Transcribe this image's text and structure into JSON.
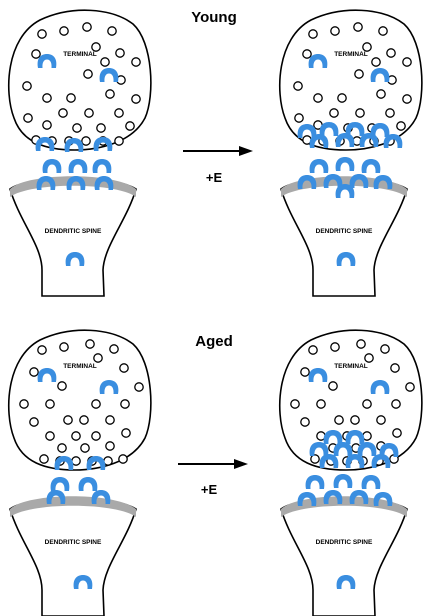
{
  "panels": [
    {
      "heading": "Young",
      "condition": "+E"
    },
    {
      "heading": "Aged",
      "condition": "+E"
    }
  ],
  "labels": {
    "terminal": "TERMINAL",
    "spine": "DENDRITIC SPINE"
  },
  "colors": {
    "receptor": "#3a8ee0",
    "postsynaptic_density": "#a9a9a9",
    "outline": "#000000"
  }
}
